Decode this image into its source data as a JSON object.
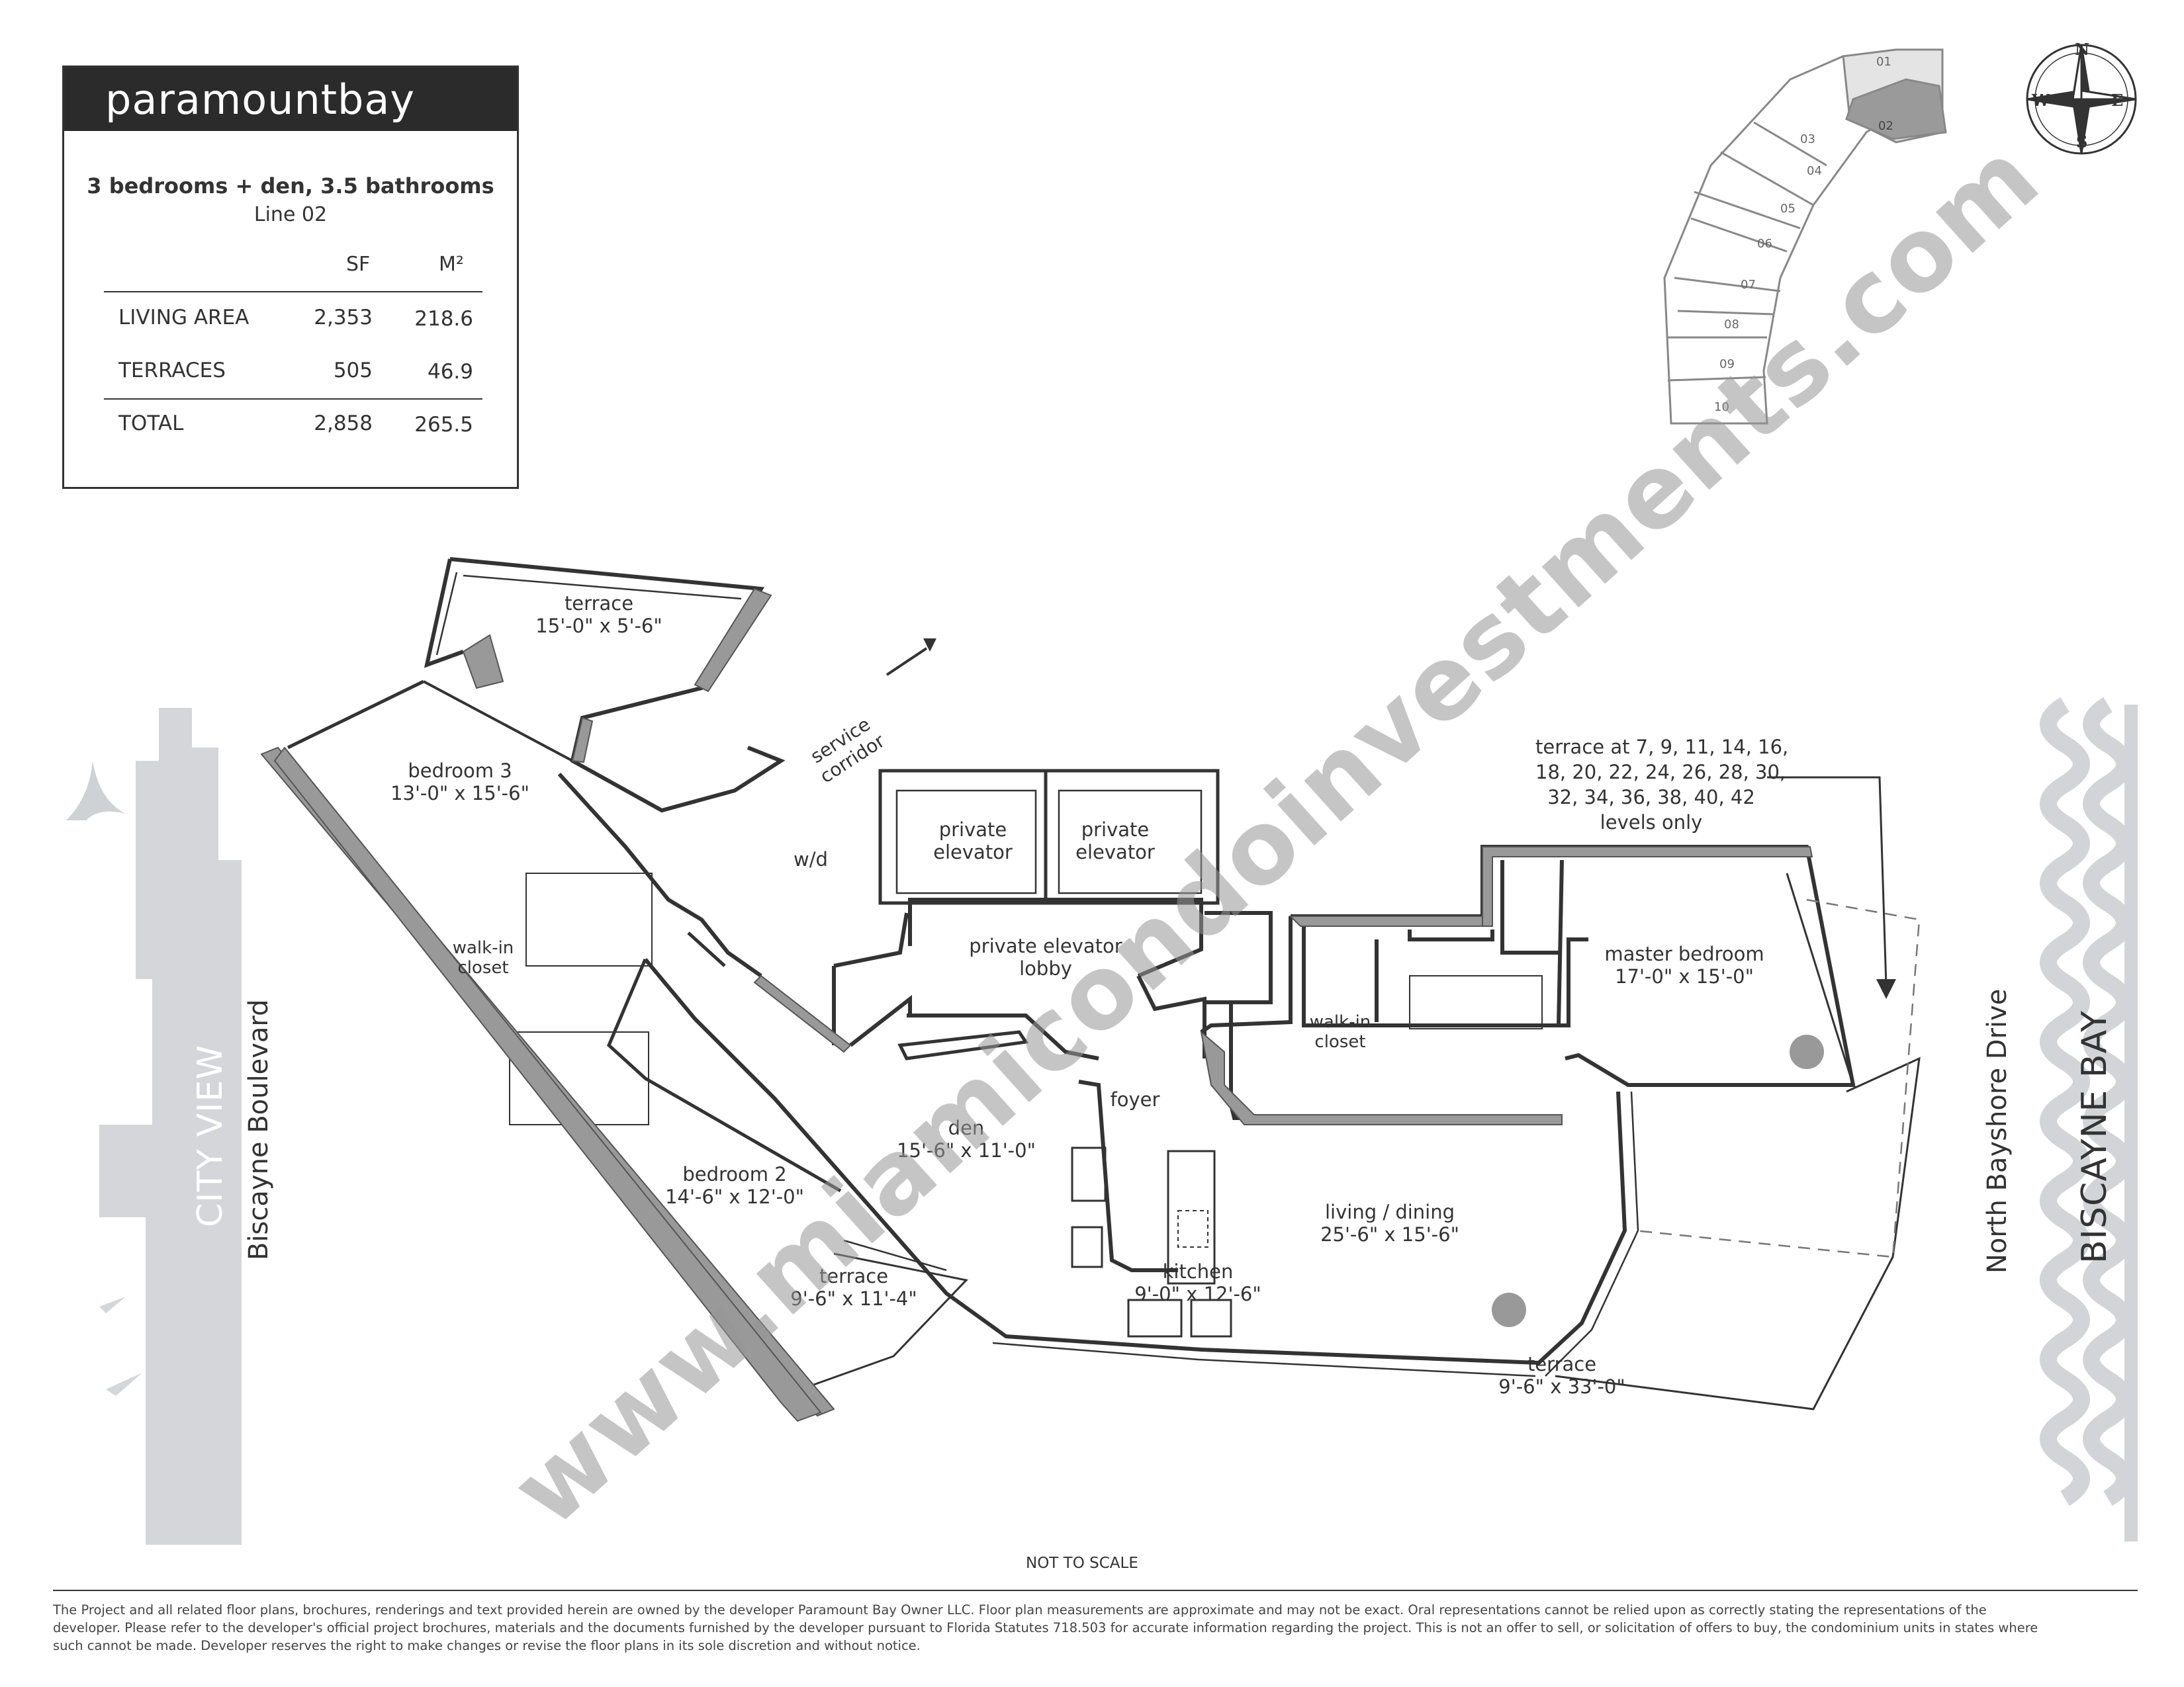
{
  "brand": "paramountbay",
  "unit": {
    "title": "3 bedrooms + den, 3.5 bathrooms",
    "line": "Line 02",
    "columns": [
      "SF",
      "M²"
    ],
    "rows": [
      {
        "label": "LIVING AREA",
        "sf": "2,353",
        "m2": "218.6"
      },
      {
        "label": "TERRACES",
        "sf": "505",
        "m2": "46.9"
      },
      {
        "label": "TOTAL",
        "sf": "2,858",
        "m2": "265.5"
      }
    ]
  },
  "keyplan": {
    "units": [
      "01",
      "02",
      "03",
      "04",
      "05",
      "06",
      "07",
      "08",
      "09",
      "10"
    ],
    "compass": {
      "n": "N",
      "s": "S",
      "e": "E",
      "w": "W"
    }
  },
  "rooms": {
    "terrace_top": {
      "name": "terrace",
      "dim": "15'-0\" x 5'-6\""
    },
    "bedroom3": {
      "name": "bedroom  3",
      "dim": "13'-0\" x 15'-6\""
    },
    "walkin_left": {
      "name": "walk-in",
      "name2": "closet"
    },
    "bedroom2": {
      "name": "bedroom  2",
      "dim": "14'-6\" x 12'-0\""
    },
    "terrace_left": {
      "name": "terrace",
      "dim": "9'-6\" x 11'-4\""
    },
    "service": {
      "line1": "service",
      "line2": "corridor"
    },
    "wd": "w/d",
    "elevator1": {
      "line1": "private",
      "line2": "elevator"
    },
    "elevator2": {
      "line1": "private",
      "line2": "elevator"
    },
    "lobby": {
      "line1": "private elevator",
      "line2": "lobby"
    },
    "foyer": "foyer",
    "den": {
      "name": "den",
      "dim": "15'-6\" x 11'-0\""
    },
    "kitchen": {
      "name": "kitchen",
      "dim": "9'-0\" x 12'-6\""
    },
    "living": {
      "name": "living / dining",
      "dim": "25'-6\" x 15'-6\""
    },
    "walkin_right": {
      "name": "walk-in",
      "name2": "closet"
    },
    "master": {
      "name": "master bedroom",
      "dim": "17'-0\" x 15'-0\""
    },
    "terrace_bottom": {
      "name": "terrace",
      "dim": "9'-6\" x 33'-0\""
    },
    "terrace_note": [
      "terrace at 7, 9, 11, 14, 16,",
      "18, 20, 22, 24, 26, 28, 30,",
      "32, 34, 36, 38, 40, 42",
      "levels only"
    ]
  },
  "side_labels": {
    "city_view": "CITY VIEW",
    "boulevard": "Biscayne Boulevard",
    "bayshore": "North Bayshore Drive",
    "bay": "BISCAYNE BAY"
  },
  "watermark": "www.miamicondoinvestments.com",
  "not_to_scale": "NOT TO SCALE",
  "disclaimer": [
    "The Project and all related floor plans, brochures, renderings and text provided herein are owned by the developer Paramount Bay Owner LLC.  Floor plan measurements are approximate and may not be exact. Oral representations cannot be relied upon as correctly stating the representations of the",
    "developer.  Please refer to the developer's official project brochures, materials and the documents furnished by the developer pursuant to Florida Statutes 718.503 for accurate information regarding the project.  This is not an offer to sell, or solicitation of offers to buy, the condominium units in states where",
    "such cannot be made.  Developer reserves the right to make changes or revise the floor plans in its sole discretion and without notice."
  ]
}
